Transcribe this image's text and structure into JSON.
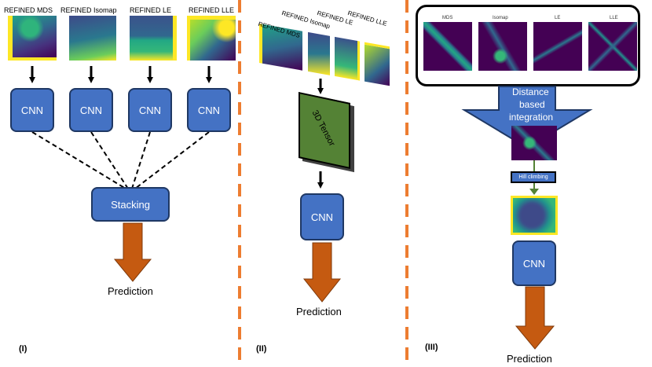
{
  "panel1": {
    "images": [
      "REFINED MDS",
      "REFINED Isomap",
      "REFINED LE",
      "REFINED LLE"
    ],
    "cnn_labels": [
      "CNN",
      "CNN",
      "CNN",
      "CNN"
    ],
    "stacking": "Stacking",
    "prediction": "Prediction",
    "tag": "(I)"
  },
  "panel2": {
    "images": [
      "REFINED MDS",
      "REFINED Isomap",
      "REFINED LE",
      "REFINED LLE"
    ],
    "tensor": "3D Tensor",
    "cnn": "CNN",
    "prediction": "Prediction",
    "tag": "(II)"
  },
  "panel3": {
    "images": [
      "MDS",
      "Isomap",
      "LE",
      "LLE"
    ],
    "integration_line1": "Distance",
    "integration_line2": "based",
    "integration_line3": "integration",
    "hill": "Hill climbing",
    "cnn": "CNN",
    "prediction": "Prediction",
    "tag": "(III)"
  },
  "colors": {
    "box_fill": "#4472c4",
    "box_border": "#1f3864",
    "arrow_orange": "#c55a11",
    "separator": "#ed7d31",
    "tensor_green": "#548235",
    "heatmap_dark": "#440154",
    "heatmap_yellow": "#fde725",
    "heatmap_teal": "#21908d"
  }
}
